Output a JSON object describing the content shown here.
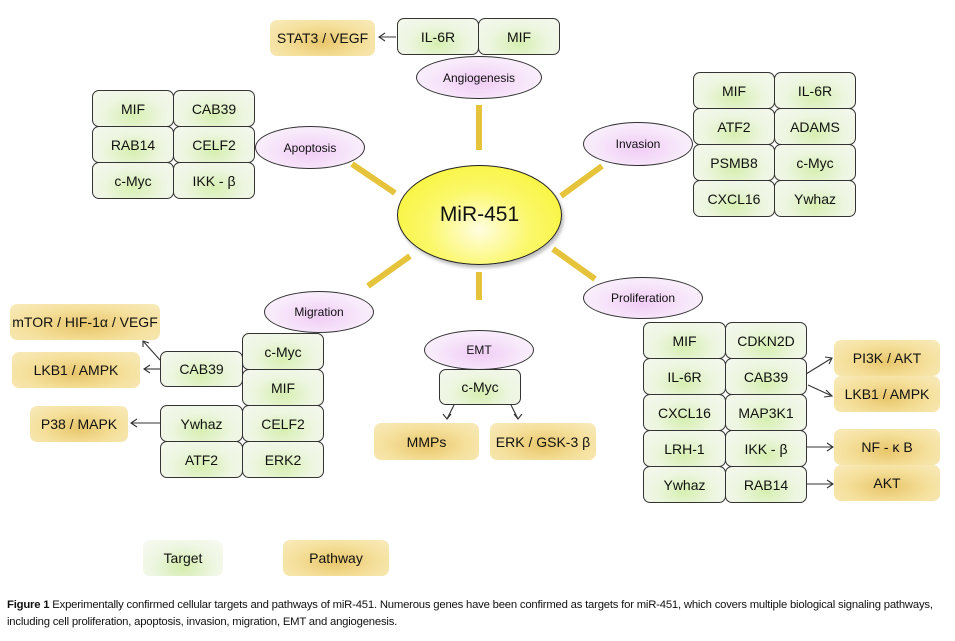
{
  "center": {
    "label": "MiR-451"
  },
  "processes": {
    "angiogenesis": "Angiogenesis",
    "apoptosis": "Apoptosis",
    "invasion": "Invasion",
    "migration": "Migration",
    "emt": "EMT",
    "proliferation": "Proliferation"
  },
  "angiogenesis": {
    "targets": [
      "IL-6R",
      "MIF"
    ],
    "pathways": [
      "STAT3 / VEGF"
    ]
  },
  "apoptosis": {
    "targets": [
      "MIF",
      "CAB39",
      "RAB14",
      "CELF2",
      "c-Myc",
      "IKK - β"
    ]
  },
  "invasion": {
    "targets": [
      "MIF",
      "IL-6R",
      "ATF2",
      "ADAMS",
      "PSMB8",
      "c-Myc",
      "CXCL16",
      "Ywhaz"
    ]
  },
  "migration": {
    "targets": [
      "c-Myc",
      "CAB39",
      "MIF",
      "Ywhaz",
      "CELF2",
      "ATF2",
      "ERK2"
    ],
    "pathways": [
      "mTOR / HIF-1α / VEGF",
      "LKB1 / AMPK",
      "P38 / MAPK"
    ]
  },
  "emt": {
    "targets": [
      "c-Myc"
    ],
    "pathways": [
      "MMPs",
      "ERK / GSK-3 β"
    ]
  },
  "proliferation": {
    "targets": [
      "MIF",
      "CDKN2D",
      "IL-6R",
      "CAB39",
      "CXCL16",
      "MAP3K1",
      "LRH-1",
      "IKK - β",
      "Ywhaz",
      "RAB14"
    ],
    "pathways": [
      "PI3K / AKT",
      "LKB1 / AMPK",
      "NF - κ B",
      "AKT"
    ]
  },
  "legend": {
    "target": "Target",
    "pathway": "Pathway"
  },
  "caption": {
    "label": "Figure 1",
    "text": " Experimentally confirmed cellular targets and pathways of miR-451. Numerous genes have been confirmed as targets for miR-451, which covers multiple biological signaling pathways, including cell proliferation, apoptosis, invasion, migration, EMT and angiogenesis."
  },
  "colors": {
    "spoke": "#e8c53a",
    "target_fill": "#e3f2cc",
    "pathway_fill": "#f2d98a",
    "process_fill": "#f3dcf7",
    "center_fill": "#f9f54a"
  }
}
